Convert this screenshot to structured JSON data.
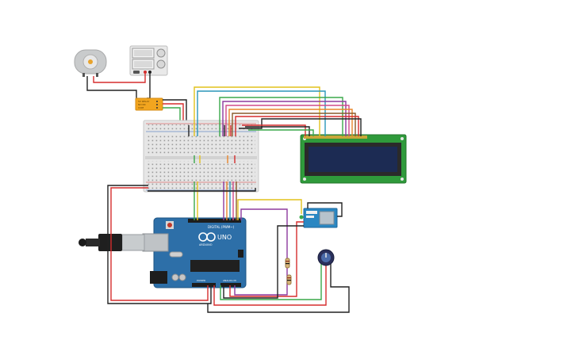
{
  "components": {
    "relay": {
      "label_lines": [
        "5V RELAY",
        "NO NC",
        "COM",
        "IN VCC GND"
      ]
    },
    "arduino": {
      "brand": "UNO",
      "header_digital": "DIGITAL (PWM~)",
      "header_power": "POWER",
      "header_analog": "ANALOG IN",
      "sub_label": "ARDUINO"
    }
  },
  "colors": {
    "board": "#2d6fa8",
    "lcd_pcb": "#2f9a3b",
    "lcd_screen": "#1c2b53",
    "breadboard": "#e6e6e6",
    "wire_red": "#d52d2d",
    "wire_black": "#222222",
    "wire_yellow": "#e2c21c",
    "wire_green": "#3aa84a",
    "wire_orange": "#e8852b",
    "wire_purple": "#8d3a9e",
    "wire_teal": "#2a96b8",
    "wire_pink": "#d04a88",
    "wire_brown": "#8a5a2b"
  }
}
